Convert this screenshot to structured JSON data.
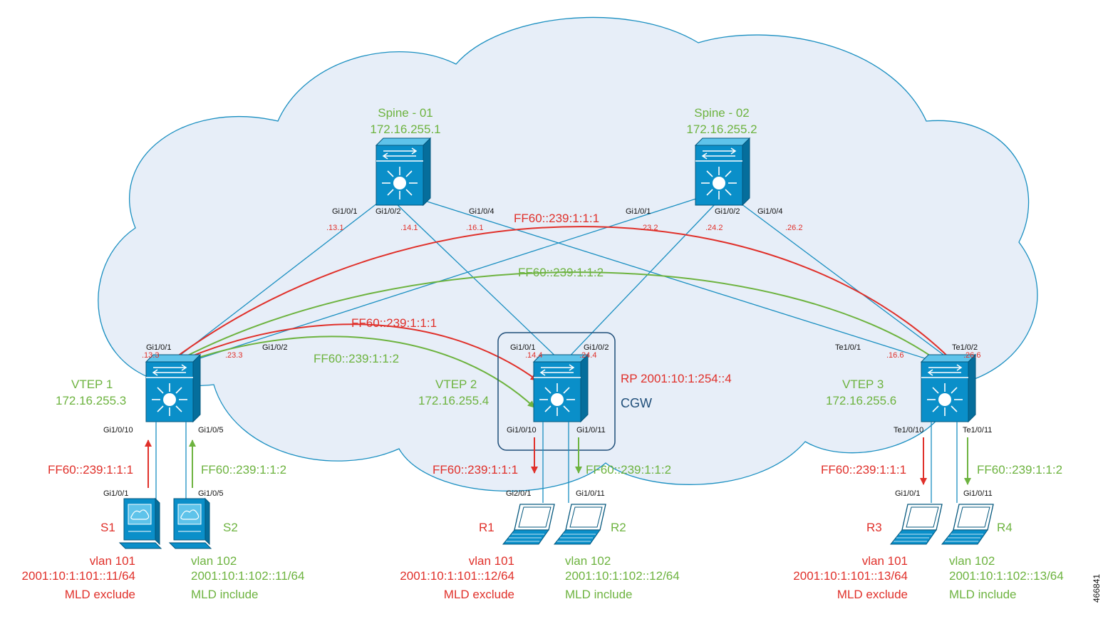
{
  "spines": [
    {
      "name": "Spine - 01",
      "ip": "172.16.255.1"
    },
    {
      "name": "Spine - 02",
      "ip": "172.16.255.2"
    }
  ],
  "vteps": [
    {
      "name": "VTEP 1",
      "ip": "172.16.255.3"
    },
    {
      "name": "VTEP 2",
      "ip": "172.16.255.4"
    },
    {
      "name": "VTEP 3",
      "ip": "172.16.255.6"
    }
  ],
  "rp_label": "RP 2001:10:1:254::4",
  "cgw_label": "CGW",
  "groups": {
    "g1": "FF60::239:1:1:1",
    "g2": "FF60::239:1:1:2"
  },
  "spine1_ports": {
    "p1": "Gi1/0/1",
    "p2": "Gi1/0/2",
    "p4": "Gi1/0/4",
    "a1": ".13.1",
    "a2": ".14.1",
    "a4": ".16.1"
  },
  "spine2_ports": {
    "p1": "Gi1/0/1",
    "p2": "Gi1/0/2",
    "p4": "Gi1/0/4",
    "a1": ".23.2",
    "a2": ".24.2",
    "a4": ".26.2"
  },
  "vtep1_ports": {
    "up1": "Gi1/0/1",
    "up1_addr": ".13.3",
    "up2": "Gi1/0/2",
    "up2_addr": ".23.3",
    "down1": "Gi1/0/10",
    "down2": "Gi1/0/5"
  },
  "vtep2_ports": {
    "up1": "Gi1/0/1",
    "up1_addr": ".14.4",
    "up2": "Gi1/0/2",
    "up2_addr": ".24.4",
    "down1": "Gi1/0/10",
    "down2": "Gi1/0/11"
  },
  "vtep3_ports": {
    "up1": "Te1/0/1",
    "up1_addr": ".16.6",
    "up2": "Te1/0/2",
    "up2_addr": ".26.6",
    "down1": "Te1/0/10",
    "down2": "Te1/0/11"
  },
  "hosts": [
    {
      "name": "S1",
      "port": "Gi1/0/1",
      "vlan": "vlan 101",
      "addr": "2001:10:1:101::11/64",
      "mld": "MLD exclude"
    },
    {
      "name": "S2",
      "port": "Gi1/0/5",
      "vlan": "vlan 102",
      "addr": "2001:10:1:102::11/64",
      "mld": "MLD include"
    },
    {
      "name": "R1",
      "port": "Gi2/0/1",
      "vlan": "vlan 101",
      "addr": "2001:10:1:101::12/64",
      "mld": "MLD exclude"
    },
    {
      "name": "R2",
      "port": "Gi1/0/11",
      "vlan": "vlan 102",
      "addr": "2001:10:1:102::12/64",
      "mld": "MLD include"
    },
    {
      "name": "R3",
      "port": "Gi1/0/1",
      "vlan": "vlan 101",
      "addr": "2001:10:1:101::13/64",
      "mld": "MLD exclude"
    },
    {
      "name": "R4",
      "port": "Gi1/0/11",
      "vlan": "vlan 102",
      "addr": "2001:10:1:102::13/64",
      "mld": "MLD include"
    }
  ],
  "figure_id": "466841",
  "colors": {
    "red": "#e0302a",
    "green": "#6db33f",
    "link": "#1a8fc1",
    "cloud": "#e7eef8",
    "device": "#0a8fc9",
    "navy": "#1f4e79"
  }
}
